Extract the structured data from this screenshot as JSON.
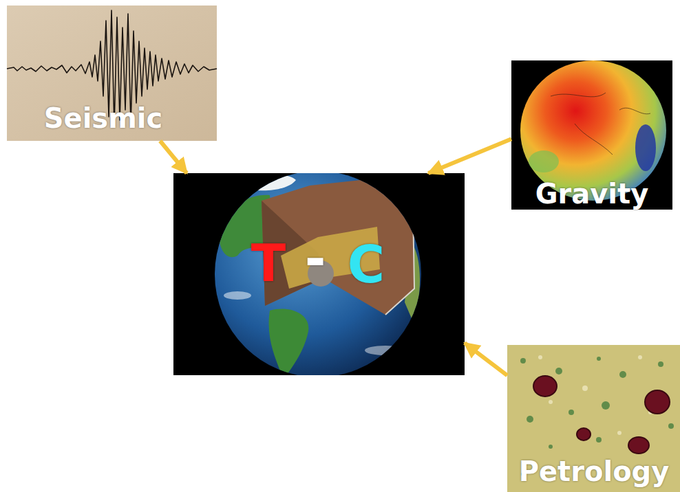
{
  "diagram": {
    "nodes": [
      {
        "text": [
          "Seismic"
        ]
      },
      {
        "text": [
          "Gravity"
        ]
      },
      {
        "text": [
          "T",
          "-",
          "C"
        ]
      },
      {
        "text": [
          "Petrology"
        ]
      }
    ],
    "edges": [
      {
        "from": 0,
        "to": 2,
        "arrow": "to"
      },
      {
        "from": 1,
        "to": 2,
        "arrow": "to"
      },
      {
        "from": 3,
        "to": 2,
        "arrow": "to"
      }
    ]
  }
}
